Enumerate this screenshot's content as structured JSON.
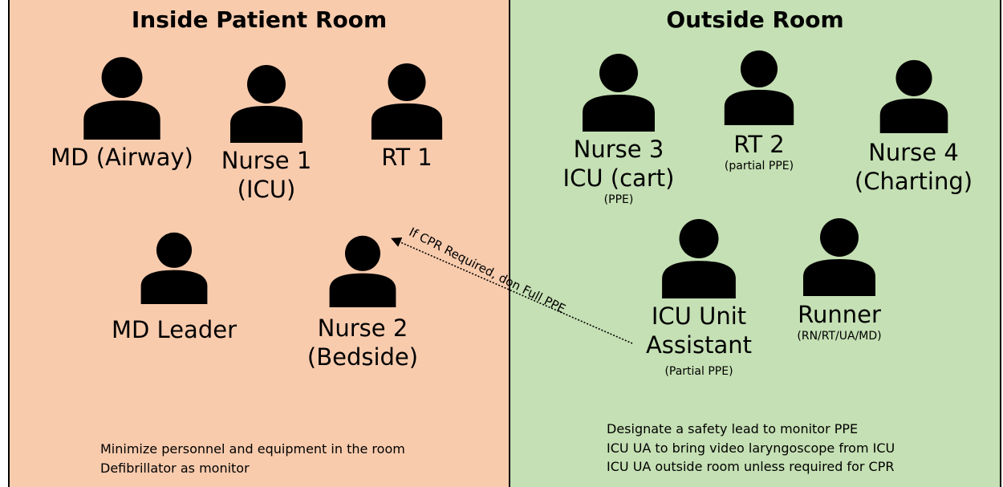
{
  "inside": {
    "title": "Inside Patient Room",
    "color": "#f8cbad",
    "roles": [
      {
        "label": "MD (Airway)",
        "sub": ""
      },
      {
        "label": "Nurse 1\n(ICU)",
        "sub": ""
      },
      {
        "label": "RT 1",
        "sub": ""
      },
      {
        "label": "MD Leader",
        "sub": ""
      },
      {
        "label": "Nurse 2\n(Bedside)",
        "sub": ""
      }
    ],
    "notes": [
      "Minimize personnel and equipment in the room",
      "Defibrillator as monitor"
    ]
  },
  "outside": {
    "title": "Outside Room",
    "color": "#c5e0b4",
    "roles": [
      {
        "label": "Nurse 3\nICU (cart)",
        "sub": "(PPE)"
      },
      {
        "label": "RT 2",
        "sub": "(partial PPE)"
      },
      {
        "label": "Nurse 4\n(Charting)",
        "sub": ""
      },
      {
        "label": "ICU Unit\nAssistant",
        "sub": "(Partial PPE)"
      },
      {
        "label": "Runner",
        "sub": "(RN/RT/UA/MD)"
      }
    ],
    "notes": [
      "Designate a safety lead to monitor PPE",
      "ICU UA to bring video laryngoscope from ICU",
      "ICU UA outside room unless required for CPR"
    ]
  },
  "arrow": {
    "label": "If CPR Required, don Full PPE"
  },
  "icon": "person-silhouette-icon"
}
